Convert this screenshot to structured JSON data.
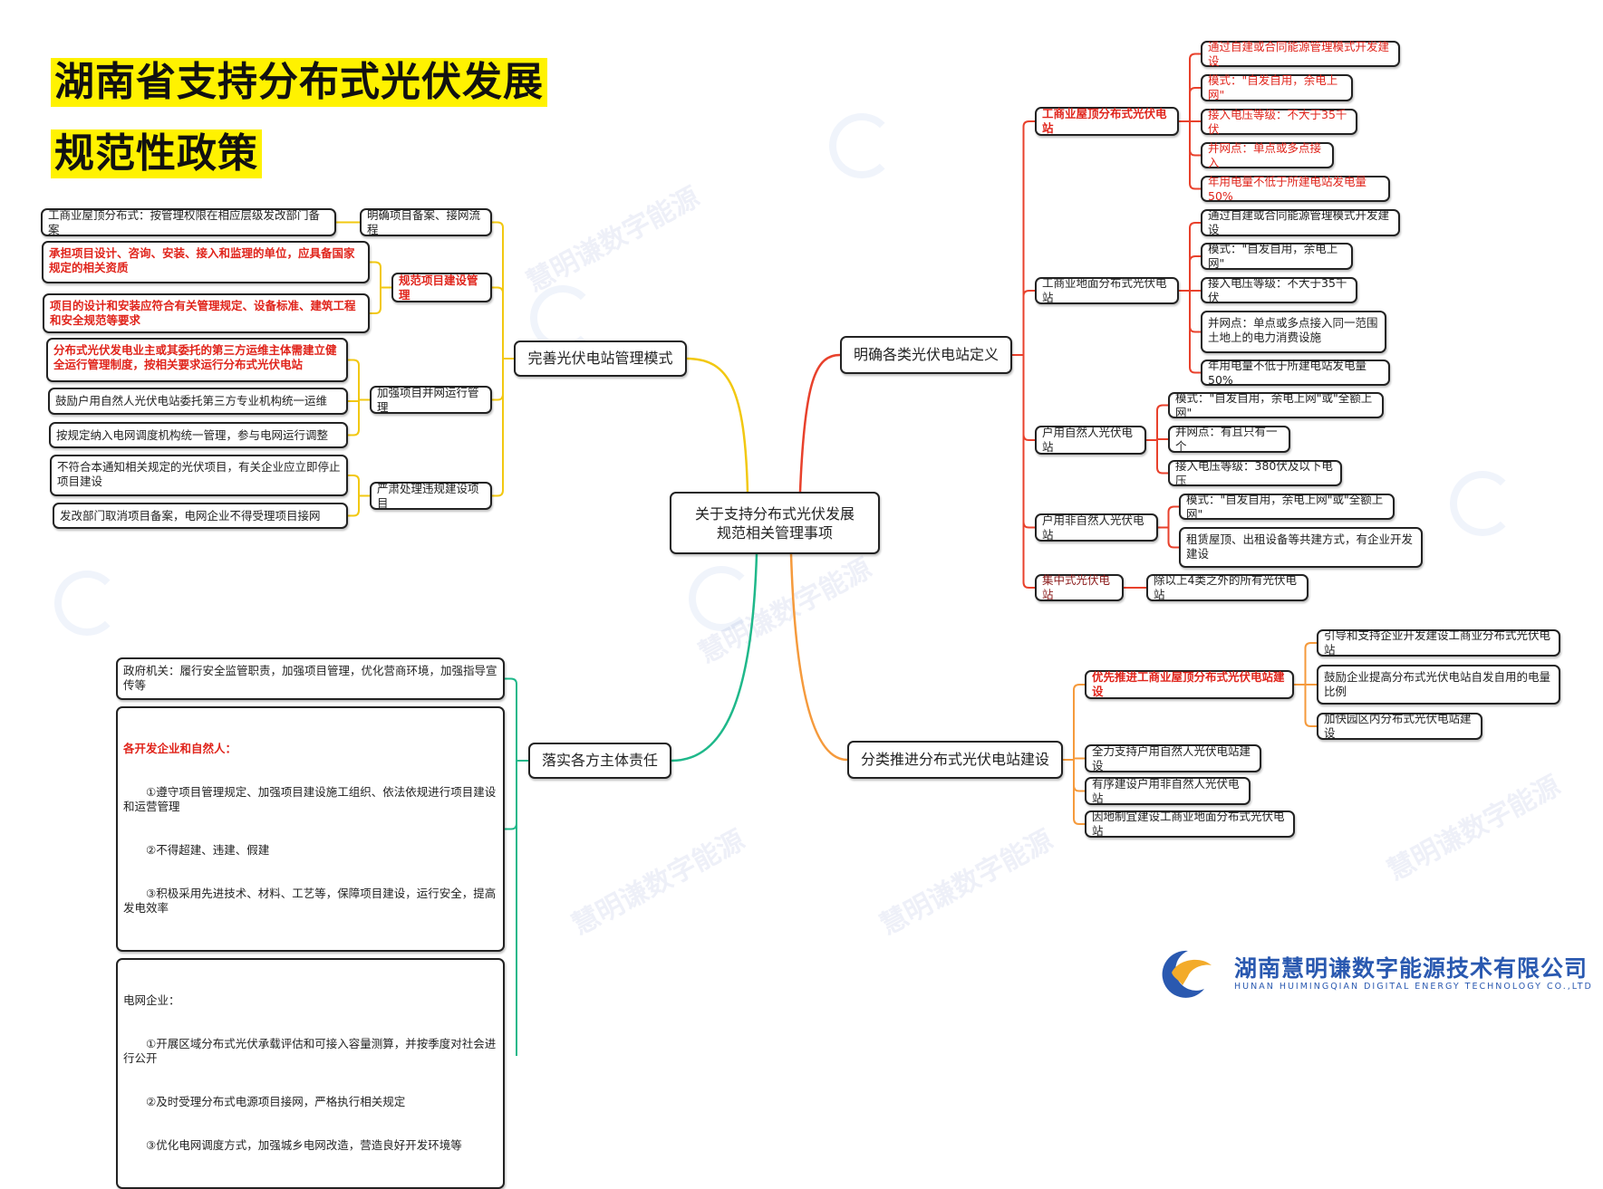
{
  "title": {
    "line1": "湖南省支持分布式光伏发展",
    "line2": "规范性政策"
  },
  "center": {
    "line1": "关于支持分布式光伏发展",
    "line2": "规范相关管理事项"
  },
  "branch_management": {
    "label": "完善光伏电站管理模式",
    "color": "#f2c811",
    "groups": [
      {
        "label": "明确项目备案、接网流程",
        "items": [
          "工商业屋顶分布式：按管理权限在相应层级发改部门备案"
        ]
      },
      {
        "label": "规范项目建设管理",
        "items": [
          "承担项目设计、咨询、安装、接入和监理的单位，应具备国家规定的相关资质",
          "项目的设计和安装应符合有关管理规定、设备标准、建筑工程和安全规范等要求"
        ]
      },
      {
        "label": "加强项目并网运行管理",
        "items": [
          "分布式光伏发电业主或其委托的第三方运维主体需建立健全运行管理制度，按相关要求运行分布式光伏电站",
          "鼓励户用自然人光伏电站委托第三方专业机构统一运维",
          "按规定纳入电网调度机构统一管理，参与电网运行调整"
        ]
      },
      {
        "label": "严肃处理违规建设项目",
        "items": [
          "不符合本通知相关规定的光伏项目，有关企业应立即停止项目建设",
          "发改部门取消项目备案，电网企业不得受理项目接网"
        ]
      }
    ]
  },
  "branch_responsibility": {
    "label": "落实各方主体责任",
    "color": "#1fb88a",
    "items": [
      {
        "text": "政府机关：履行安全监管职责，加强项目管理，优化营商环境，加强指导宣传等"
      },
      {
        "heading": "各开发企业和自然人：",
        "lines": [
          "①遵守项目管理规定、加强项目建设施工组织、依法依规进行项目建设和运营管理",
          "②不得超建、违建、假建",
          "③积极采用先进技术、材料、工艺等，保障项目建设，运行安全，提高发电效率"
        ]
      },
      {
        "heading": "电网企业：",
        "lines": [
          "①开展区域分布式光伏承载评估和可接入容量测算，并按季度对社会进行公开",
          "②及时受理分布式电源项目接网，严格执行相关规定",
          "③优化电网调度方式，加强城乡电网改造，营造良好开发环境等"
        ]
      }
    ]
  },
  "branch_definition": {
    "label": "明确各类光伏电站定义",
    "color": "#e8412c",
    "groups": [
      {
        "label": "工商业屋顶分布式光伏电站",
        "items": [
          "通过自建或合同能源管理模式开发建设",
          "模式：\"自发自用，余电上网\"",
          "接入电压等级：不大于35千伏",
          "并网点：单点或多点接入",
          "年用电量不低于所建电站发电量50%"
        ]
      },
      {
        "label": "工商业地面分布式光伏电站",
        "items": [
          "通过自建或合同能源管理模式开发建设",
          "模式：\"自发自用，余电上网\"",
          "接入电压等级：不大于35千伏",
          "并网点：单点或多点接入同一范围土地上的电力消费设施",
          "年用电量不低于所建电站发电量50%"
        ]
      },
      {
        "label": "户用自然人光伏电站",
        "items": [
          "模式：\"自发自用，余电上网\"或\"全额上网\"",
          "并网点：有且只有一个",
          "接入电压等级：380伏及以下电压"
        ]
      },
      {
        "label": "户用非自然人光伏电站",
        "items": [
          "模式：\"自发自用，余电上网\"或\"全额上网\"",
          "租赁屋顶、出租设备等共建方式，有企业开发建设"
        ]
      },
      {
        "label": "集中式光伏电站",
        "items": [
          "除以上4类之外的所有光伏电站"
        ]
      }
    ]
  },
  "branch_construction": {
    "label": "分类推进分布式光伏电站建设",
    "color": "#f59a3c",
    "groups": [
      {
        "label": "优先推进工商业屋顶分布式光伏电站建设",
        "items": [
          "引导和支持企业开发建设工商业分布式光伏电站",
          "鼓励企业提高分布式光伏电站自发自用的电量比例",
          "加快园区内分布式光伏电站建设"
        ]
      },
      {
        "label": "全力支持户用自然人光伏电站建设"
      },
      {
        "label": "有序建设户用非自然人光伏电站"
      },
      {
        "label": "因地制宜建设工商业地面分布式光伏电站"
      }
    ]
  },
  "watermark": "慧明谦数字能源",
  "logo": {
    "name_cn": "湖南慧明谦数字能源技术有限公司",
    "name_en": "HUNAN HUIMINGQIAN DIGITAL ENERGY TECHNOLOGY CO.,LTD"
  }
}
